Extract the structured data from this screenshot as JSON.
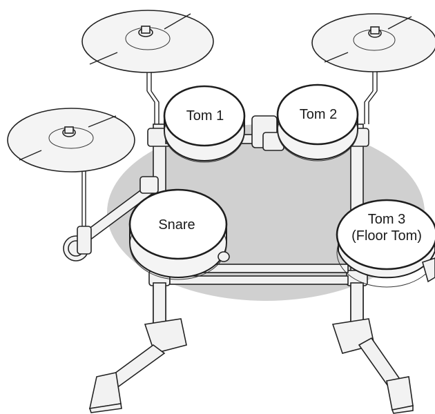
{
  "pads": {
    "tom1": {
      "label": "Tom 1"
    },
    "tom2": {
      "label": "Tom 2"
    },
    "snare": {
      "label": "Snare"
    },
    "tom3": {
      "line1": "Tom 3",
      "line2": "(Floor Tom)"
    }
  },
  "colors": {
    "shadow": "#d0d0d0",
    "outline": "#1e1e1e",
    "pad_face": "#ffffff",
    "metal": "#f2f2f2"
  }
}
